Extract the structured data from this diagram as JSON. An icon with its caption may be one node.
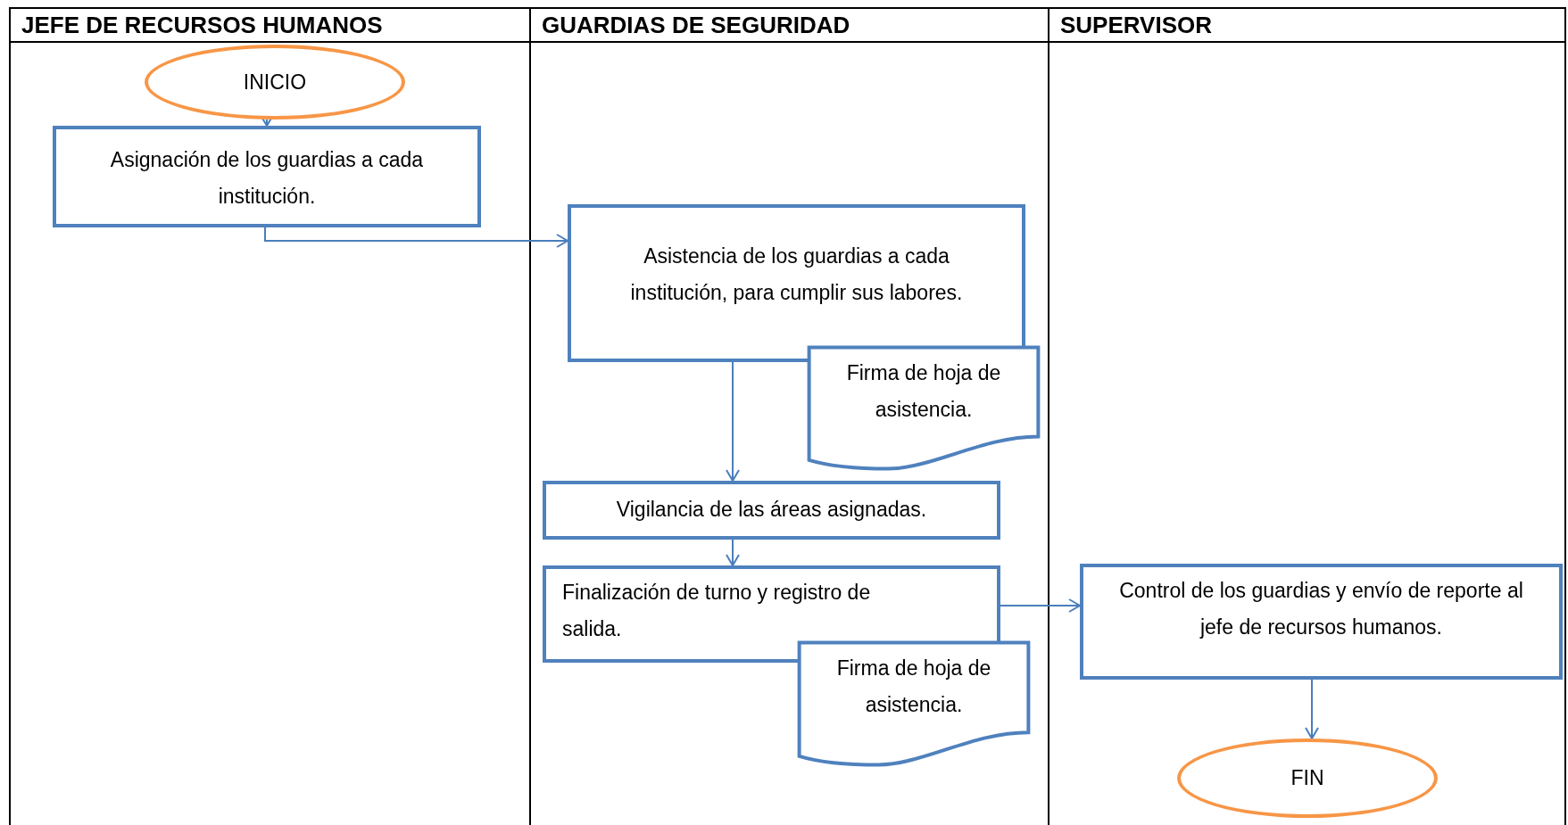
{
  "diagram": {
    "nodes": [
      {
        "text": [
          "JEFE DE RECURSOS HUMANOS"
        ]
      },
      {
        "text": [
          "GUARDIAS DE SEGURIDAD"
        ]
      },
      {
        "text": [
          "SUPERVISOR"
        ]
      },
      {
        "text": [
          "INICIO"
        ],
        "in": 0
      },
      {
        "text": [
          "Asignación de los guardias a cada institución."
        ],
        "in": 0
      },
      {
        "text": [
          "Asistencia de los guardias a cada institución, para cumplir sus labores."
        ],
        "in": 1
      },
      {
        "text": [
          "Firma de hoja de asistencia."
        ],
        "in": 1
      },
      {
        "text": [
          "Vigilancia de las áreas asignadas."
        ],
        "in": 1
      },
      {
        "text": [
          "Finalización de turno y registro de salida."
        ],
        "in": 1
      },
      {
        "text": [
          "Firma de hoja de asistencia."
        ],
        "in": 1
      },
      {
        "text": [
          "Control de los guardias y envío de reporte al jefe de recursos humanos."
        ],
        "in": 2
      },
      {
        "text": [
          "FIN"
        ],
        "in": 2
      }
    ],
    "edges": [
      {
        "from": 3,
        "to": 4,
        "arrow": "to"
      },
      {
        "from": 4,
        "to": 5,
        "arrow": "to"
      },
      {
        "from": 5,
        "to": 7,
        "arrow": "to"
      },
      {
        "from": 7,
        "to": 8,
        "arrow": "to"
      },
      {
        "from": 8,
        "to": 10,
        "arrow": "to"
      },
      {
        "from": 10,
        "to": 11,
        "arrow": "to"
      }
    ]
  }
}
